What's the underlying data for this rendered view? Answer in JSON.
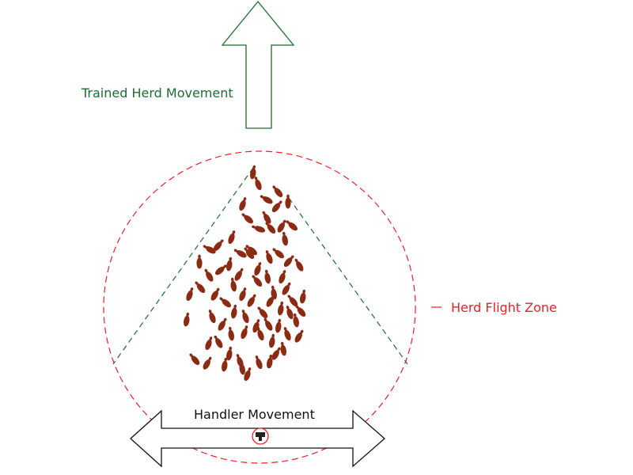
{
  "labels": {
    "trained_herd_movement": "Trained Herd Movement",
    "herd_flight_zone": "Herd Flight Zone",
    "handler_movement": "Handler Movement"
  },
  "colors": {
    "trained_herd": "#1e6b34",
    "flight_zone": "#e8202a",
    "handler": "#111111",
    "cattle": "#8a2b14",
    "background": "#ffffff"
  },
  "icons": {
    "up_arrow": "up-arrow-icon",
    "double_arrow": "left-right-arrow-icon",
    "handler": "handler-icon",
    "cattle": "cow-icon"
  }
}
